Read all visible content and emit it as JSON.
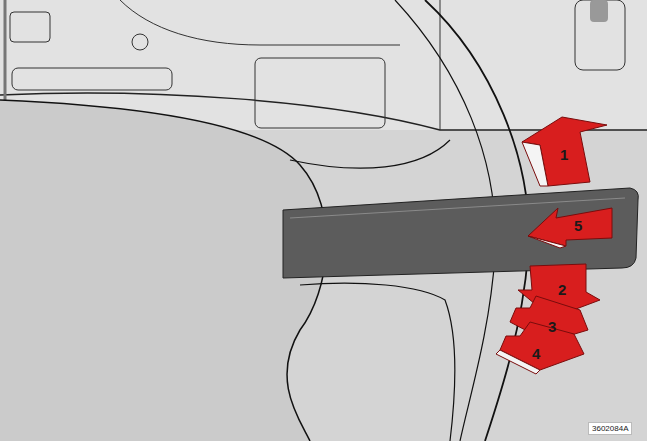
{
  "diagram": {
    "labels": [
      "1",
      "5",
      "2",
      "3",
      "4",
      "3602084A"
    ]
  }
}
